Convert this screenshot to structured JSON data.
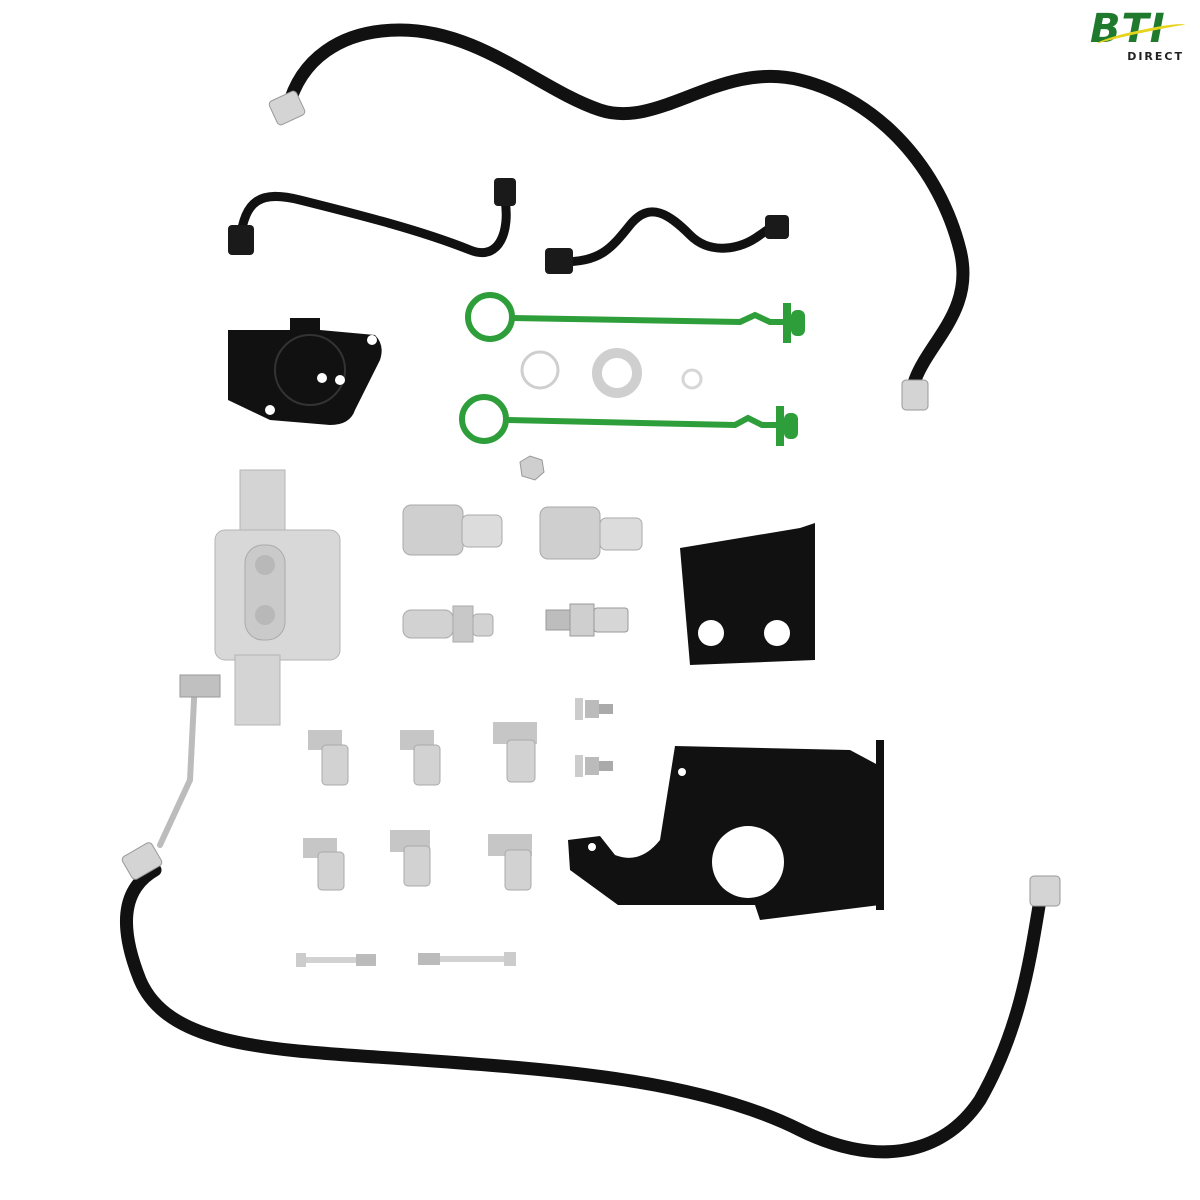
{
  "logo": {
    "brand": "BTI",
    "subtitle": "DIRECT",
    "colors": {
      "green": "#1f7a2e",
      "yellow": "#e6d31c",
      "text": "#222222"
    }
  },
  "scene": {
    "description": "Hydraulic selective control valve kit parts laid out on white background",
    "background": "#ffffff",
    "colors": {
      "hose": "#111111",
      "green_caps": "#2e9e3a",
      "metal": "#c9c9c9",
      "bracket": "#111111"
    },
    "parts": [
      "long-hose-top",
      "black-tube-left",
      "black-tube-right",
      "black-valve-cover",
      "green-dust-cap-1",
      "green-dust-cap-2",
      "snap-ring",
      "flat-washer",
      "o-ring",
      "hex-nut",
      "coupler-1",
      "coupler-2",
      "adapter-fitting-1",
      "adapter-fitting-2",
      "aluminum-valve-body",
      "lever-rod",
      "bracket-small",
      "bracket-large",
      "elbow-fitting-1",
      "elbow-fitting-2",
      "elbow-fitting-3",
      "elbow-fitting-4",
      "elbow-fitting-5",
      "elbow-fitting-6",
      "bolt-1",
      "bolt-2",
      "pin-1",
      "pin-2",
      "long-hose-bottom"
    ]
  }
}
